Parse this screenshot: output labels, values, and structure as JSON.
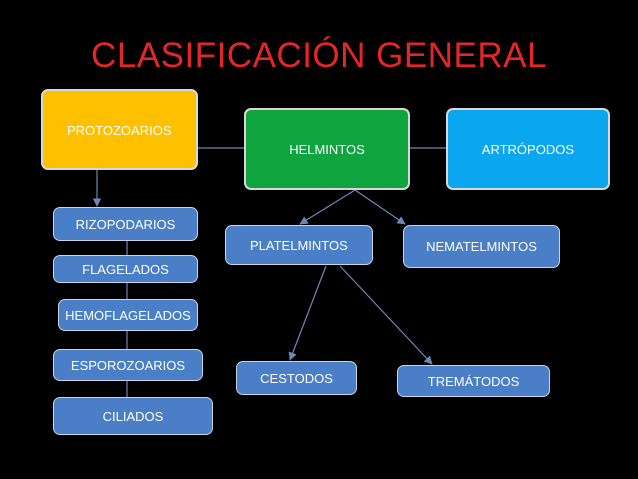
{
  "title": "CLASIFICACIÓN GENERAL",
  "colors": {
    "background": "#000000",
    "title": "#e42626",
    "protozoarios": "#ffc000",
    "helmintos": "#10a43f",
    "artropodos": "#0aa6f0",
    "sub_box": "#4a7ec6",
    "connector": "#6f86b8"
  },
  "top_level": {
    "protozoarios": "PROTOZOARIOS",
    "helmintos": "HELMINTOS",
    "artropodos": "ARTRÓPODOS"
  },
  "protozoarios_children": [
    "RIZOPODARIOS",
    "FLAGELADOS",
    "HEMOFLAGELADOS",
    "ESPOROZOARIOS",
    "CILIADOS"
  ],
  "helmintos_children": {
    "platelmintos": "PLATELMINTOS",
    "nematelmintos": "NEMATELMINTOS"
  },
  "platelmintos_children": {
    "cestodos": "CESTODOS",
    "trematodos": "TREMÁTODOS"
  }
}
